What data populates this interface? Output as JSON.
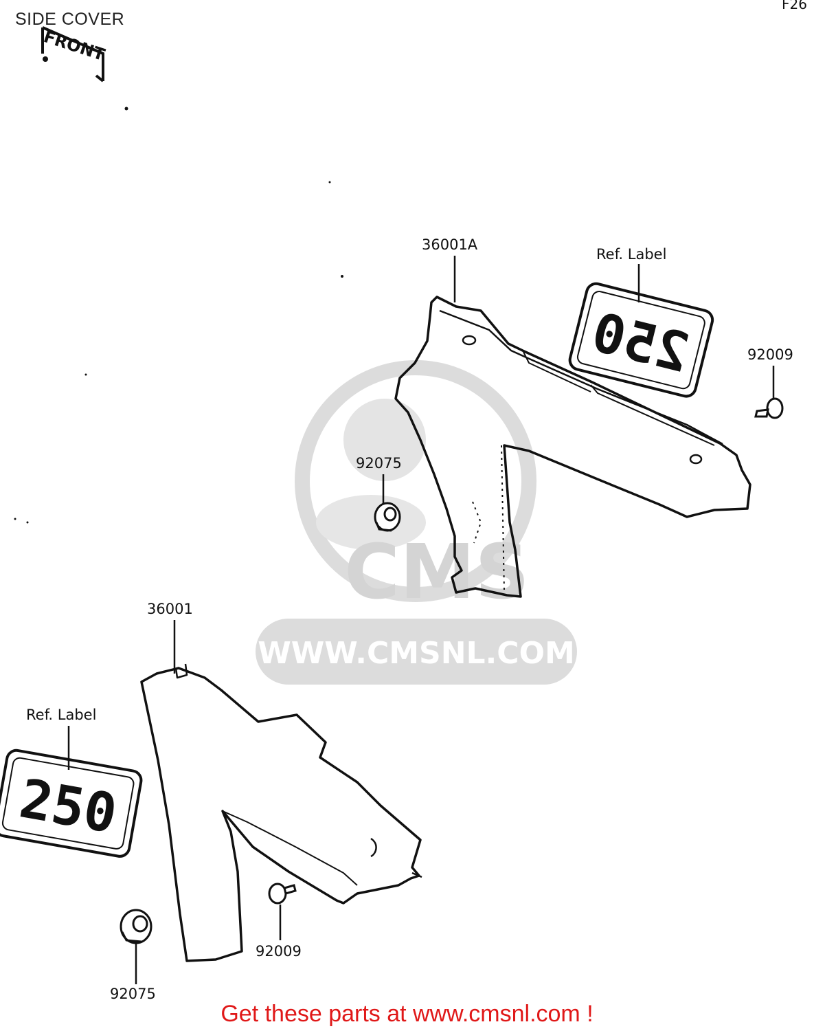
{
  "title": "SIDE COVER",
  "figure_code": "F26",
  "front_indicator": "FRONT",
  "watermark": {
    "brand": "CMS",
    "site": "WWW.CMSNL.COM"
  },
  "callouts": {
    "part_36001A": "36001A",
    "ref_label_top": "Ref.  Label",
    "part_92009_top": "92009",
    "part_92075_top": "92075",
    "part_36001": "36001",
    "ref_label_bottom": "Ref.  Label",
    "part_92009_bottom": "92009",
    "part_92075_bottom": "92075"
  },
  "labels": {
    "badge_top": "250",
    "badge_bottom": "250"
  },
  "footer": "Get these parts at www.cmsnl.com !",
  "colors": {
    "ink": "#111111",
    "footer": "#e01818",
    "watermark": "#d9d9d9"
  }
}
